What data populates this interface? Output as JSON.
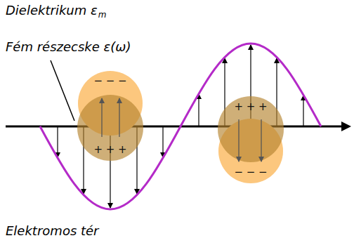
{
  "diagram": {
    "nodes": [
      {
        "text": [
          "− − −",
          "+ + +"
        ]
      },
      {
        "text": [
          "+ + +",
          "− − −"
        ]
      }
    ],
    "labels": [
      "Dielektrikum ε",
      "m",
      "Fém részecske ε(ω)",
      "Elektromos tér"
    ]
  }
}
